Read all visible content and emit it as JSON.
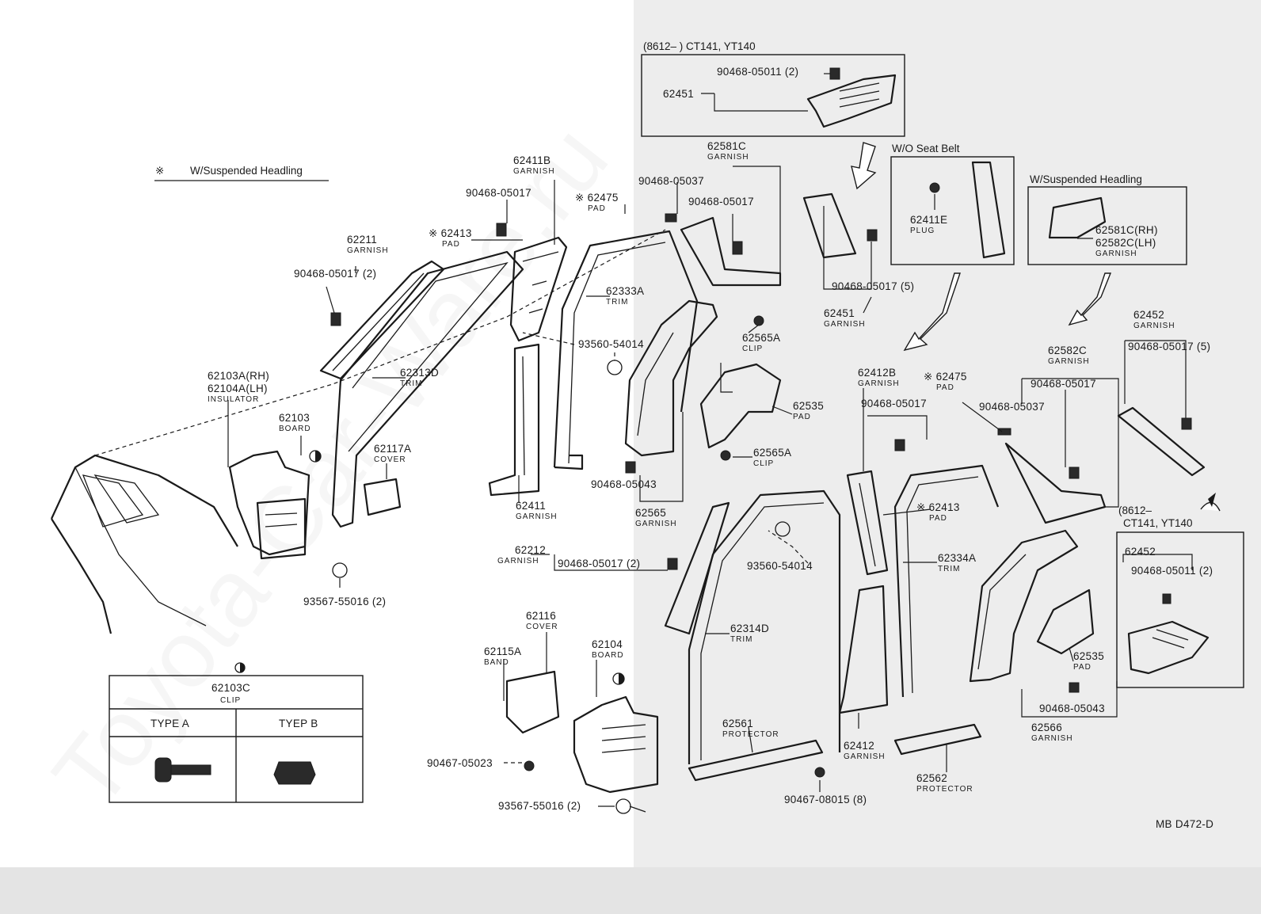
{
  "watermark": "Toyota-Car-Ware.ru",
  "diagram_code": "MB D472-D",
  "legend": {
    "symbol": "※",
    "text": "W/Suspended Headling"
  },
  "boxes": {
    "ct141_top_header": "(8612–        ) CT141, YT140",
    "wo_seat_belt": "W/O Seat Belt",
    "w_suspended_headling": "W/Suspended Headling",
    "ct141_right_header_a": "(8612–",
    "ct141_right_header_b": "CT141, YT140"
  },
  "clip_table": {
    "header_part": "62103C",
    "header_name": "CLIP",
    "type_a": "TYPE A",
    "type_b": "TYEP B"
  },
  "labels": {
    "l62211": "62211",
    "l62211n": "GARNISH",
    "l90468_2a": "90468-05017 (2)",
    "l62411b": "62411B",
    "l62411bn": "GARNISH",
    "l90468_a": "90468-05017",
    "l62475a": "※ 62475",
    "l62475an": "PAD",
    "l62413a": "※ 62413",
    "l62413an": "PAD",
    "l62581c": "62581C",
    "l62581cn": "GARNISH",
    "l90468_05037a": "90468-05037",
    "l90468_b": "90468-05017",
    "l90468_05011a": "90468-05011 (2)",
    "l62451a": "62451",
    "l62333a": "62333A",
    "l62333an": "TRIM",
    "l62313d": "62313D",
    "l62313dn": "TRIM",
    "l93560a": "93560-54014",
    "l62103a": "62103A(RH)",
    "l62104a": "62104A(LH)",
    "l62103an": "INSULATOR",
    "l62103": "62103",
    "l62103n": "BOARD",
    "l62117a": "62117A",
    "l62117an": "COVER",
    "l62411": "62411",
    "l62411n": "GARNISH",
    "l90468_05043a": "90468-05043",
    "l62565": "62565",
    "l62565n": "GARNISH",
    "l62565a1": "62565A",
    "l62565a1n": "CLIP",
    "l62535a": "62535",
    "l62535an": "PAD",
    "l62565a2": "62565A",
    "l62565a2n": "CLIP",
    "l62411e": "62411E",
    "l62411en": "PLUG",
    "l62581crh": "62581C(RH)",
    "l62582clh": "62582C(LH)",
    "l62581cn2": "GARNISH",
    "l90468_5": "90468-05017 (5)",
    "l62451b": "62451",
    "l62451bn": "GARNISH",
    "l62412b": "62412B",
    "l62412bn": "GARNISH",
    "l62475b": "※ 62475",
    "l62475bn": "PAD",
    "l90468_c": "90468-05017",
    "l90468_05037b": "90468-05037",
    "l62582c": "62582C",
    "l62582cn": "GARNISH",
    "l90468_d": "90468-05017",
    "l62452a": "62452",
    "l62452an": "GARNISH",
    "l90468_5b": "90468-05017 (5)",
    "l62413b": "※ 62413",
    "l62413bn": "PAD",
    "l62334a": "62334A",
    "l62334an": "TRIM",
    "l93560b": "93560-54014",
    "l62212": "62212",
    "l62212n": "GARNISH",
    "l90468_2b": "90468-05017 (2)",
    "l93567a": "93567-55016 (2)",
    "l62116": "62116",
    "l62116n": "COVER",
    "l62115a": "62115A",
    "l62115an": "BAND",
    "l62104": "62104",
    "l62104n": "BOARD",
    "l62314d": "62314D",
    "l62314dn": "TRIM",
    "l62452b": "62452",
    "l90468_05011b": "90468-05011 (2)",
    "l62535b": "62535",
    "l62535bn": "PAD",
    "l90468_05043b": "90468-05043",
    "l62566": "62566",
    "l62566n": "GARNISH",
    "l62561": "62561",
    "l62561n": "PROTECTOR",
    "l62412": "62412",
    "l62412n": "GARNISH",
    "l62562": "62562",
    "l62562n": "PROTECTOR",
    "l90467_05023": "90467-05023",
    "l93567b": "93567-55016 (2)",
    "l90467_08015": "90467-08015 (8)"
  }
}
